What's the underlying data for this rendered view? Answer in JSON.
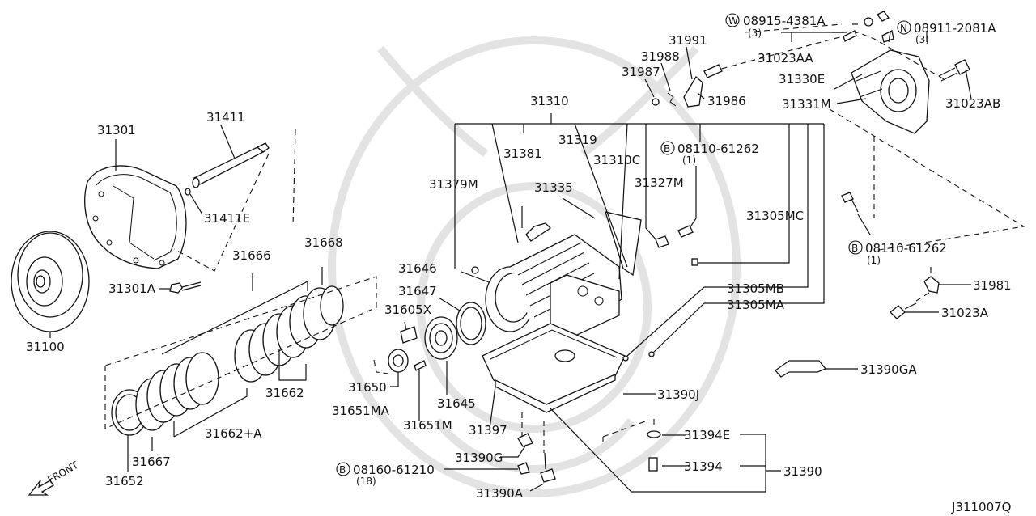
{
  "diagram_id": "J311007Q",
  "front_label": "FRONT",
  "callouts": {
    "c31100": "31100",
    "c31301": "31301",
    "c31301A": "31301A",
    "c31411": "31411",
    "c31411E": "31411E",
    "c31666": "31666",
    "c31668": "31668",
    "c31662": "31662",
    "c31662A": "31662+A",
    "c31667": "31667",
    "c31652": "31652",
    "c31650": "31650",
    "c31651MA": "31651MA",
    "c31651M": "31651M",
    "c31645": "31645",
    "c31646": "31646",
    "c31647": "31647",
    "c31605X": "31605X",
    "c31310": "31310",
    "c31381": "31381",
    "c31319": "31319",
    "c31310C": "31310C",
    "c31379M": "31379M",
    "c31335": "31335",
    "c31327M": "31327M",
    "c31305MC": "31305MC",
    "c31305MB": "31305MB",
    "c31305MA": "31305MA",
    "c31390J": "31390J",
    "c31397": "31397",
    "c31390G": "31390G",
    "c31390A": "31390A",
    "c31394E": "31394E",
    "c31394": "31394",
    "c31390": "31390",
    "c31390GA": "31390GA",
    "c31991": "31991",
    "c31988": "31988",
    "c31987": "31987",
    "c31986": "31986",
    "c31023AA": "31023AA",
    "c31330E": "31330E",
    "c31331M": "31331M",
    "c31023AB": "31023AB",
    "c31981": "31981",
    "c31023A": "31023A"
  },
  "fasteners": {
    "w08915": {
      "badge": "W",
      "number": "08915-4381A",
      "qty": "(3)"
    },
    "n08911": {
      "badge": "N",
      "number": "08911-2081A",
      "qty": "(3)"
    },
    "b08110_top": {
      "badge": "B",
      "number": "08110-61262",
      "qty": "(1)"
    },
    "b08110_right": {
      "badge": "B",
      "number": "08110-61262",
      "qty": "(1)"
    },
    "b08160": {
      "badge": "B",
      "number": "08160-61210",
      "qty": "(18)"
    }
  },
  "colors": {
    "ink": "#111111",
    "background": "#ffffff",
    "watermark": "#e3e3e3"
  }
}
